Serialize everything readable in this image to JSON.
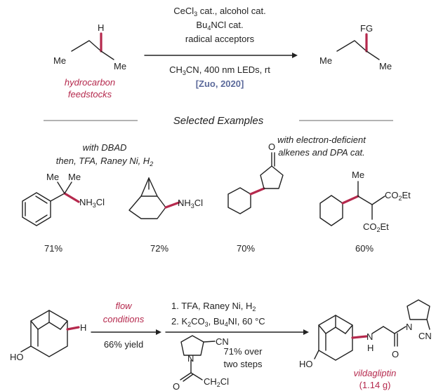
{
  "colors": {
    "highlight": "#b5294d",
    "citation": "#5c6a9b",
    "ink": "#222222",
    "rule": "#9a9a9a"
  },
  "scheme1": {
    "substrate": {
      "h": "H",
      "me_left": "Me",
      "me_right": "Me"
    },
    "feedstock_line1": "hydrocarbon",
    "feedstock_line2": "feedstocks",
    "reagents_above": [
      {
        "main": "CeCl",
        "sub": "3",
        "rest": " cat., alcohol cat."
      },
      {
        "main": "Bu",
        "sub": "4",
        "rest": "NCl cat."
      },
      {
        "main": "radical acceptors",
        "sub": "",
        "rest": ""
      }
    ],
    "conditions": {
      "a": "CH",
      "a_sub": "3",
      "b": "CN, 400 nm LEDs, rt"
    },
    "citation": "[Zuo, 2020]",
    "product": {
      "fg": "FG",
      "me_left": "Me",
      "me_right": "Me"
    }
  },
  "section_title": "Selected Examples",
  "examples": {
    "group1_line1": "with DBAD",
    "group1_line2_a": "then, TFA, Raney Ni, H",
    "group1_line2_sub": "2",
    "group2_line1": "with electron-deficient",
    "group2_line2": "alkenes and DPA cat.",
    "ex1": {
      "me1": "Me",
      "me2": "Me",
      "nh": "NH",
      "nh_sub": "3",
      "cl": "Cl",
      "yield": "71%"
    },
    "ex2": {
      "nh": "NH",
      "nh_sub": "3",
      "cl": "Cl",
      "yield": "72%"
    },
    "ex3": {
      "o": "O",
      "yield": "70%"
    },
    "ex4": {
      "me": "Me",
      "ester1_a": "CO",
      "ester1_sub": "2",
      "ester1_b": "Et",
      "ester2_a": "CO",
      "ester2_sub": "2",
      "ester2_b": "Et",
      "yield": "60%"
    }
  },
  "scheme2": {
    "ho": "HO",
    "h": "H",
    "flow_line1": "flow",
    "flow_line2": "conditions",
    "flow_yield": "66% yield",
    "step1_a": "1. TFA, Raney Ni, H",
    "step1_sub": "2",
    "step2_a": "2. K",
    "step2_sub1": "2",
    "step2_b": "CO",
    "step2_sub2": "3",
    "step2_c": ", Bu",
    "step2_sub3": "4",
    "step2_d": "NI, 60 °C",
    "reagent": {
      "cn": "CN",
      "n": "N",
      "o": "O",
      "ch2cl_a": "CH",
      "ch2cl_sub": "2",
      "ch2cl_b": "Cl"
    },
    "overall_line1": "71% over",
    "overall_line2": "two steps",
    "product": {
      "ho": "HO",
      "h": "H",
      "n_amine": "N",
      "n_ring": "N",
      "o": "O",
      "cn": "CN"
    },
    "product_name": "vildagliptin",
    "product_amount": "(1.14 g)"
  }
}
